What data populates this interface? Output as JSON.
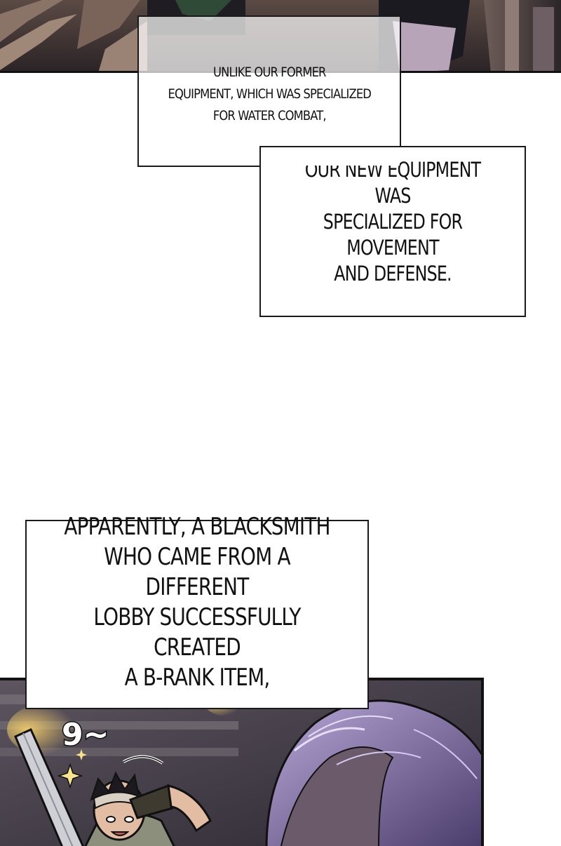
{
  "captions": {
    "box_a_upper": "UNLIKE OUR FORMER\nEQUIPMENT, WHICH WAS SPECIALIZED\nFOR WATER COMBAT,",
    "box_a_lower": "OUR NEW EQUIPMENT WAS\nSPECIALIZED FOR MOVEMENT\nAND DEFENSE.",
    "box_b": "APPARENTLY, A BLACKSMITH\nWHO CAME FROM A DIFFERENT\nLOBBY SUCCESSFULLY CREATED\nA B-RANK ITEM,"
  },
  "sound_effects": {
    "hum": "9~"
  },
  "colors": {
    "caption_border": "#1a1a1a",
    "caption_bg": "#ffffff",
    "text": "#111111",
    "hair_purple": "#8a78b0",
    "skin_tan": "#c9a088"
  }
}
